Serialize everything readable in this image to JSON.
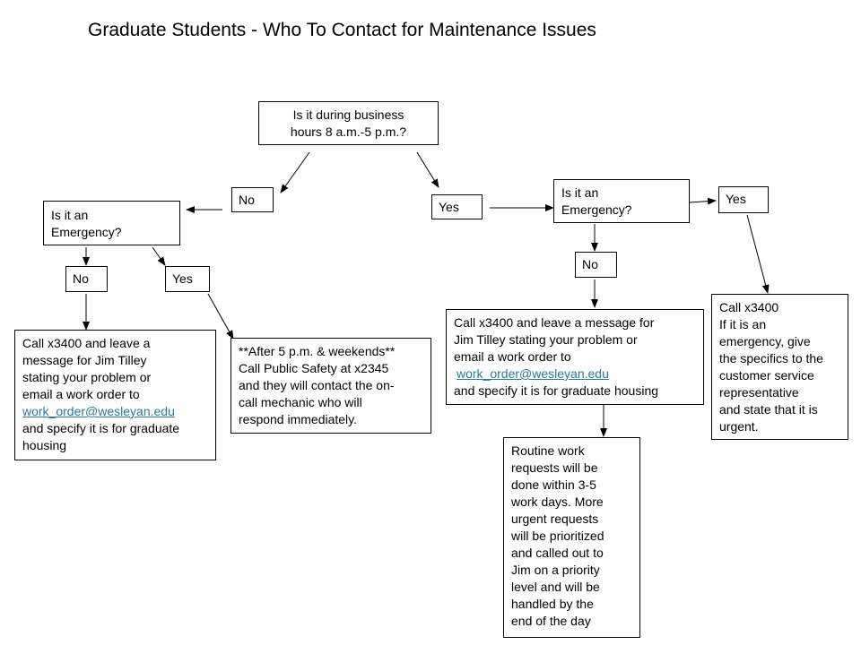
{
  "title": "Graduate Students - Who To Contact for Maintenance Issues",
  "link_color": "#2a7a9a",
  "nodes": {
    "business_hours": [
      "Is it during business",
      "hours 8 a.m.-5 p.m.?"
    ],
    "label_no_top": "No",
    "label_yes_top": "Yes",
    "emergency_left": [
      "Is it an",
      "Emergency?"
    ],
    "emergency_right": [
      "Is it an",
      "Emergency?"
    ],
    "label_no_left": "No",
    "label_yes_left": "Yes",
    "label_no_right": "No",
    "label_yes_right": "Yes",
    "call_left": {
      "lines": [
        "Call x3400 and leave a",
        "message for Jim Tilley",
        "stating your problem or",
        "email a work order to"
      ],
      "email": "work_order@wesleyan.edu",
      "tail": [
        "and specify it is for graduate",
        "housing"
      ]
    },
    "public_safety": [
      "**After 5 p.m. & weekends**",
      "Call Public Safety at x2345",
      "and they will contact  the on-",
      "call mechanic who will",
      "respond immediately."
    ],
    "call_right": {
      "lines": [
        "Call x3400 and leave a message for",
        "Jim Tilley stating your problem or",
        "email a work order to"
      ],
      "email": "work_order@wesleyan.edu",
      "tail": [
        "and specify it is for graduate housing"
      ]
    },
    "routine": [
      "Routine work",
      "requests will be",
      "done within 3-5",
      "work days. More",
      "urgent requests",
      "will be prioritized",
      "and called out to",
      "Jim on a priority",
      "level and will be",
      "handled by the",
      "end of the day"
    ],
    "urgent_call": [
      "Call x3400",
      "If it is an",
      "emergency, give",
      "the specifics to the",
      "customer service",
      "representative",
      "and state that it is",
      "urgent."
    ]
  }
}
